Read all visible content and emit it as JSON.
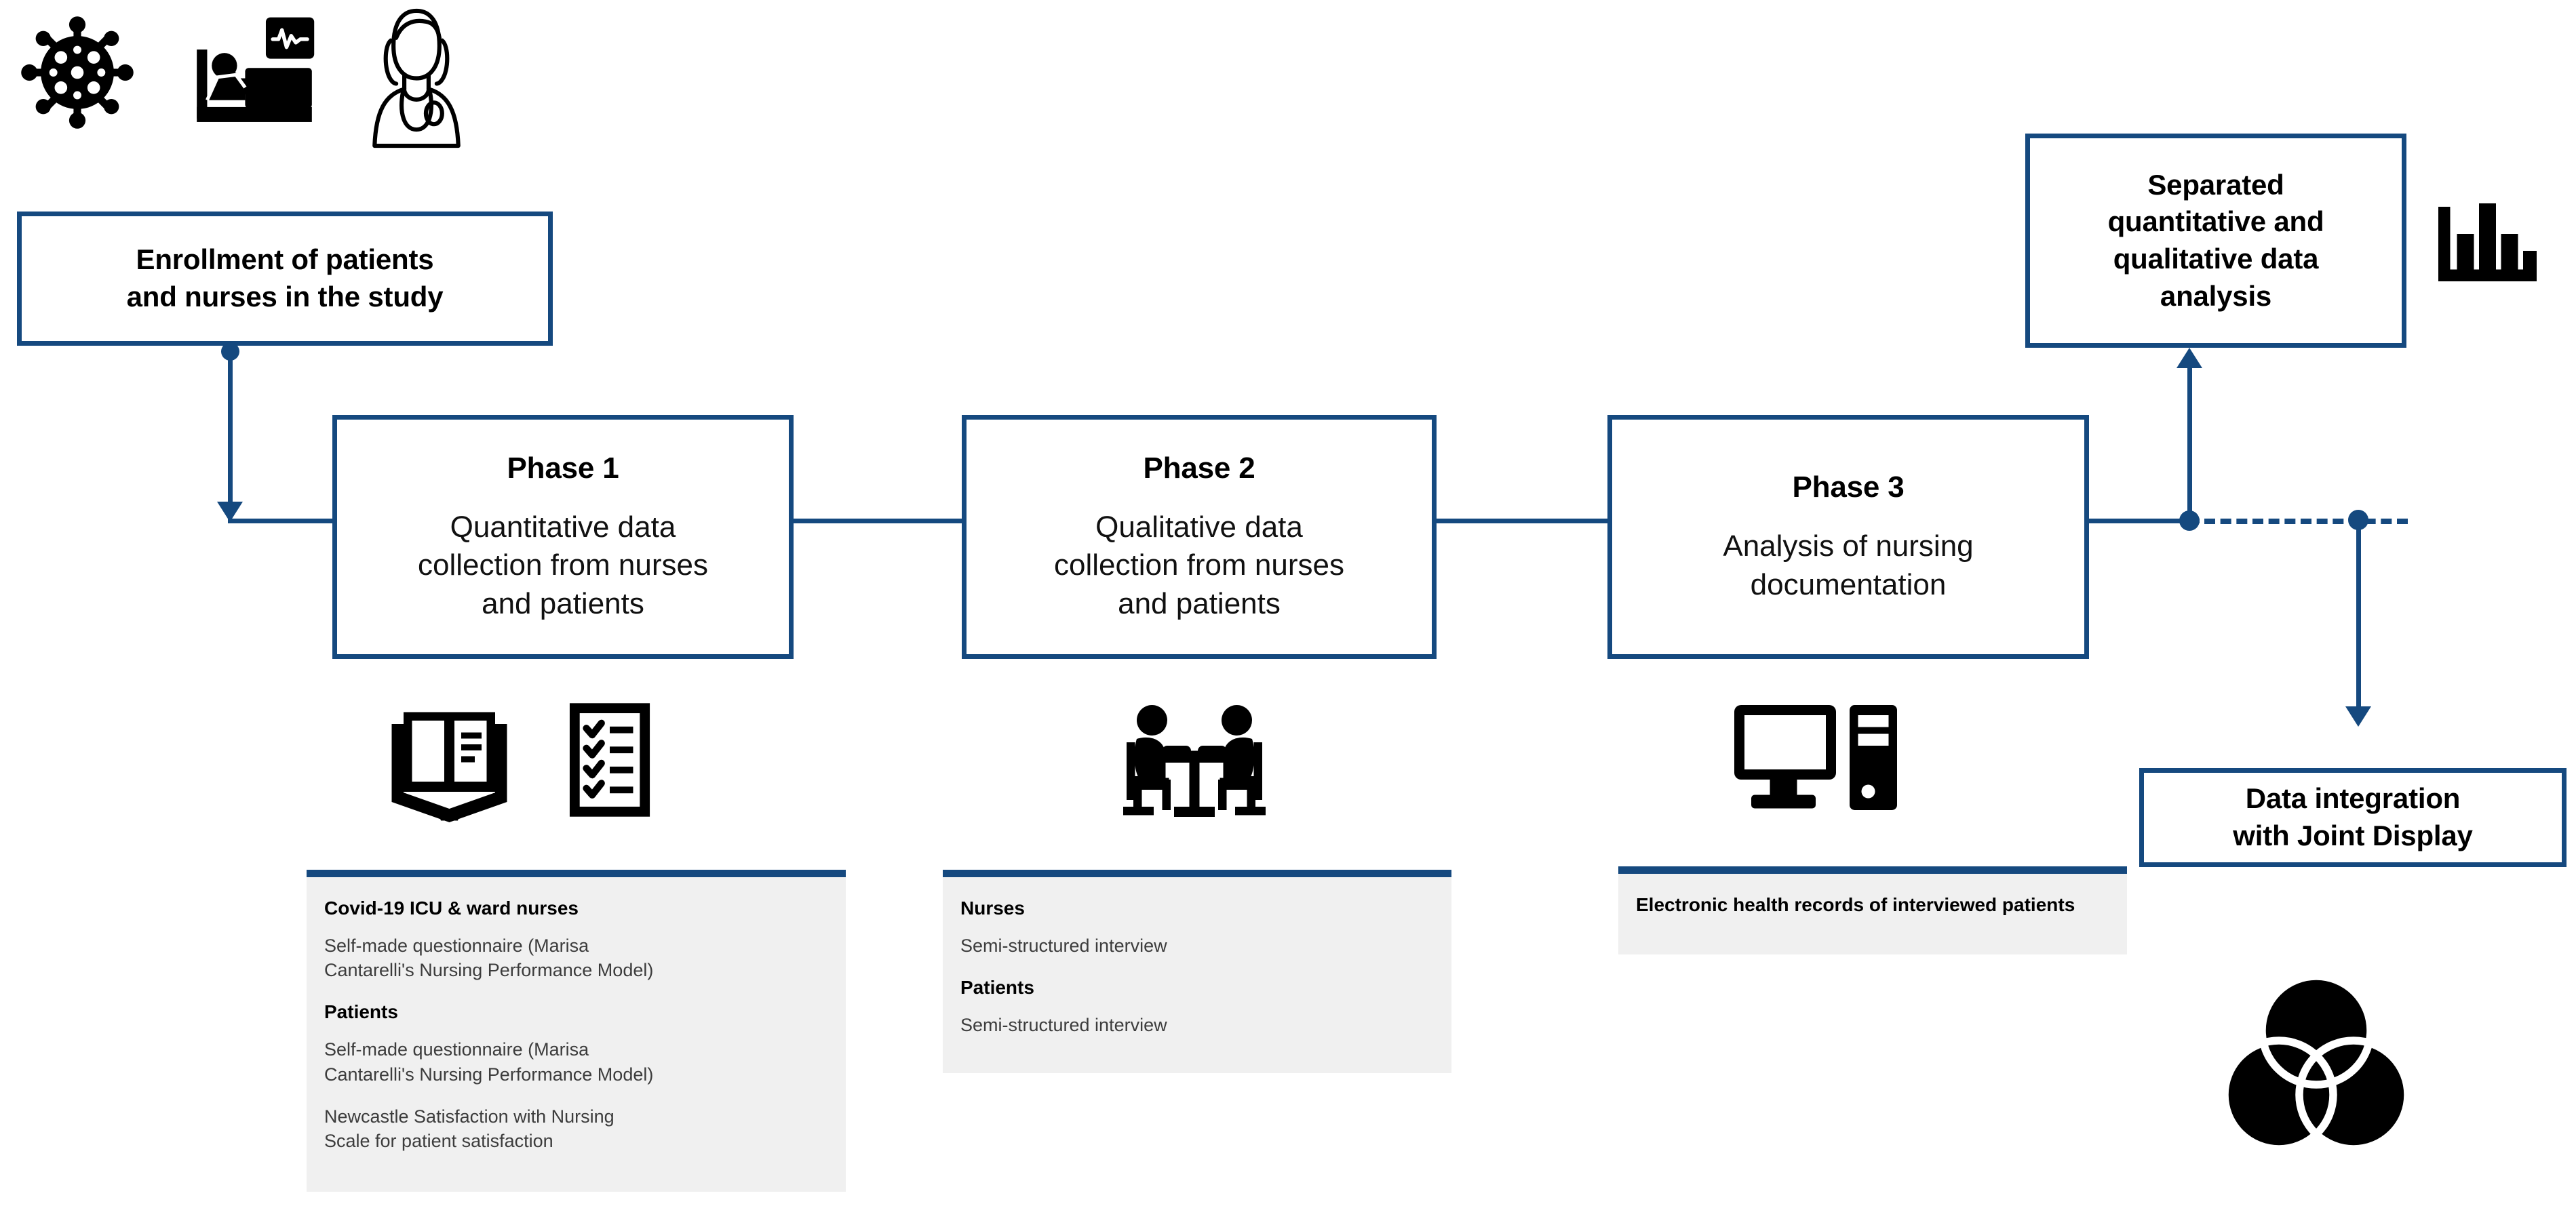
{
  "diagram": {
    "title": "Mixed-methods nursing study flow diagram",
    "accent_color": "#15497f",
    "panel_bg": "#f0f0f0",
    "icon_color": "#000000"
  },
  "top_icons": [
    {
      "name": "virus-icon",
      "label": "Covid-19 virus"
    },
    {
      "name": "hospital-bed-monitor-icon",
      "label": "Hospitalized patient with monitor"
    },
    {
      "name": "nurse-icon",
      "label": "Nurse with stethoscope"
    }
  ],
  "enrollment": {
    "label": "Enrollment of patients\nand nurses in the study"
  },
  "phases": [
    {
      "title": "Phase 1",
      "body": "Quantitative data\ncollection from nurses\nand patients",
      "icons": [
        {
          "name": "open-book-icon",
          "label": "Open book"
        },
        {
          "name": "checklist-icon",
          "label": "Checklist"
        }
      ],
      "panel": [
        {
          "type": "heading",
          "text": "Covid-19 ICU & ward nurses"
        },
        {
          "type": "item",
          "text": "Self-made questionnaire (Marisa\nCantarelli's Nursing Performance Model)"
        },
        {
          "type": "heading",
          "text": "Patients"
        },
        {
          "type": "item",
          "text": "Self-made questionnaire (Marisa\nCantarelli's Nursing Performance Model)"
        },
        {
          "type": "item",
          "text": "Newcastle Satisfaction with Nursing\nScale for patient satisfaction"
        }
      ]
    },
    {
      "title": "Phase 2",
      "body": "Qualitative data\ncollection from nurses\nand patients",
      "icons": [
        {
          "name": "interview-table-icon",
          "label": "Two people interviewing at a table"
        }
      ],
      "panel": [
        {
          "type": "heading",
          "text": "Nurses"
        },
        {
          "type": "item",
          "text": "Semi-structured interview"
        },
        {
          "type": "heading",
          "text": "Patients"
        },
        {
          "type": "item",
          "text": "Semi-structured interview"
        }
      ]
    },
    {
      "title": "Phase 3",
      "body": "Analysis of nursing\ndocumentation",
      "icons": [
        {
          "name": "desktop-computer-icon",
          "label": "Desktop computer and tower"
        }
      ],
      "panel": [
        {
          "type": "heading",
          "text": "Electronic health records of\ninterviewed patients"
        }
      ]
    }
  ],
  "analysis_box": {
    "label": "Separated\nquantitative and\nqualitative data\nanalysis",
    "icon": {
      "name": "bar-chart-icon",
      "label": "Bar chart"
    }
  },
  "integration_box": {
    "label": "Data integration\nwith Joint Display",
    "icon": {
      "name": "venn-diagram-icon",
      "label": "Three-circle Venn diagram"
    }
  }
}
